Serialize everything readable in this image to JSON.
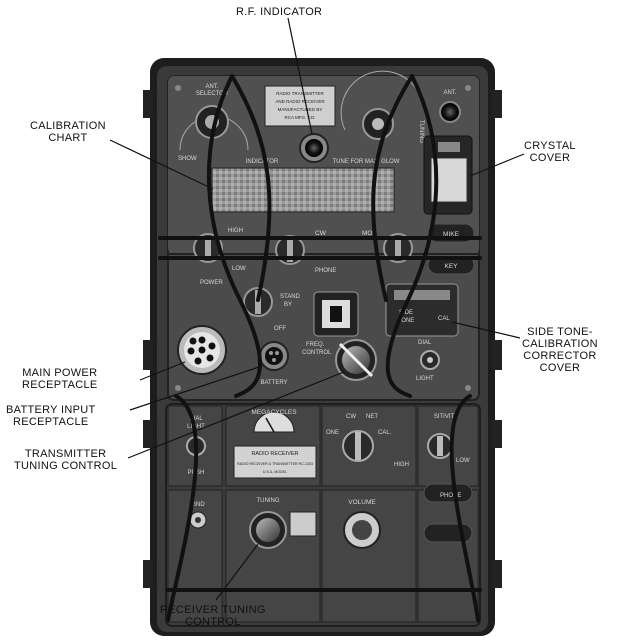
{
  "callouts": {
    "rf_indicator": "R.F. INDICATOR",
    "calibration_chart": [
      "CALIBRATION",
      "CHART"
    ],
    "crystal_cover": [
      "CRYSTAL",
      "COVER"
    ],
    "side_tone_cover": [
      "SIDE TONE-",
      "CALIBRATION",
      "CORRECTOR",
      "COVER"
    ],
    "main_power": [
      "MAIN POWER",
      "RECEPTACLE"
    ],
    "battery_input": [
      "BATTERY INPUT",
      "RECEPTACLE"
    ],
    "transmitter_tuning": [
      "TRANSMITTER",
      "TUNING CONTROL"
    ],
    "receiver_tuning": [
      "RECEIVER TUNING",
      "CONTROL"
    ]
  },
  "panel_labels": {
    "ant_selector": [
      "ANT.",
      "SELECTOR"
    ],
    "ant": "ANT.",
    "tuning": "TUNING",
    "show": "SHOW",
    "indicator": "INDICATOR",
    "tune_for_max": "TUNE FOR MAX. GLOW",
    "plate_text": [
      "RADIO TRANSMITTER",
      "AND RADIO RECEIVER",
      "MANUFACTURED BY",
      "RCA MFG. CO."
    ],
    "nike": "MIKE",
    "key": "KEY",
    "cw": "CW",
    "mo": "MO",
    "high": "HIGH",
    "low": "LOW",
    "power": "POWER",
    "phone": "PHONE",
    "stand_by": [
      "STAND",
      "BY"
    ],
    "off": "OFF",
    "freq_control": [
      "FREQ.",
      "CONTROL"
    ],
    "battery": "BATTERY",
    "side_tone": [
      "SIDE",
      "TONE"
    ],
    "cal": "CAL",
    "dial": "DIAL",
    "light": "LIGHT",
    "dial_light": [
      "DIAL",
      "LIGHT"
    ],
    "push": "PUSH",
    "megacycles": "MEGACYCLES",
    "radio_receiver": "RADIO RECEIVER",
    "receiver_plate": [
      "RADIO RECEIVER & TRANSMITTER RC-1303",
      "U.S.A. MODEL"
    ],
    "cw_net": [
      "CW",
      "NET"
    ],
    "cal_r": "CAL.",
    "tone": "ONE",
    "sensitivity": "SITIVITY",
    "high_r": "HIGH",
    "low_r": "LOW",
    "gnd": "GND",
    "tuning_r": "TUNING",
    "volume": "VOLUME",
    "phone_r": "PHONE"
  }
}
